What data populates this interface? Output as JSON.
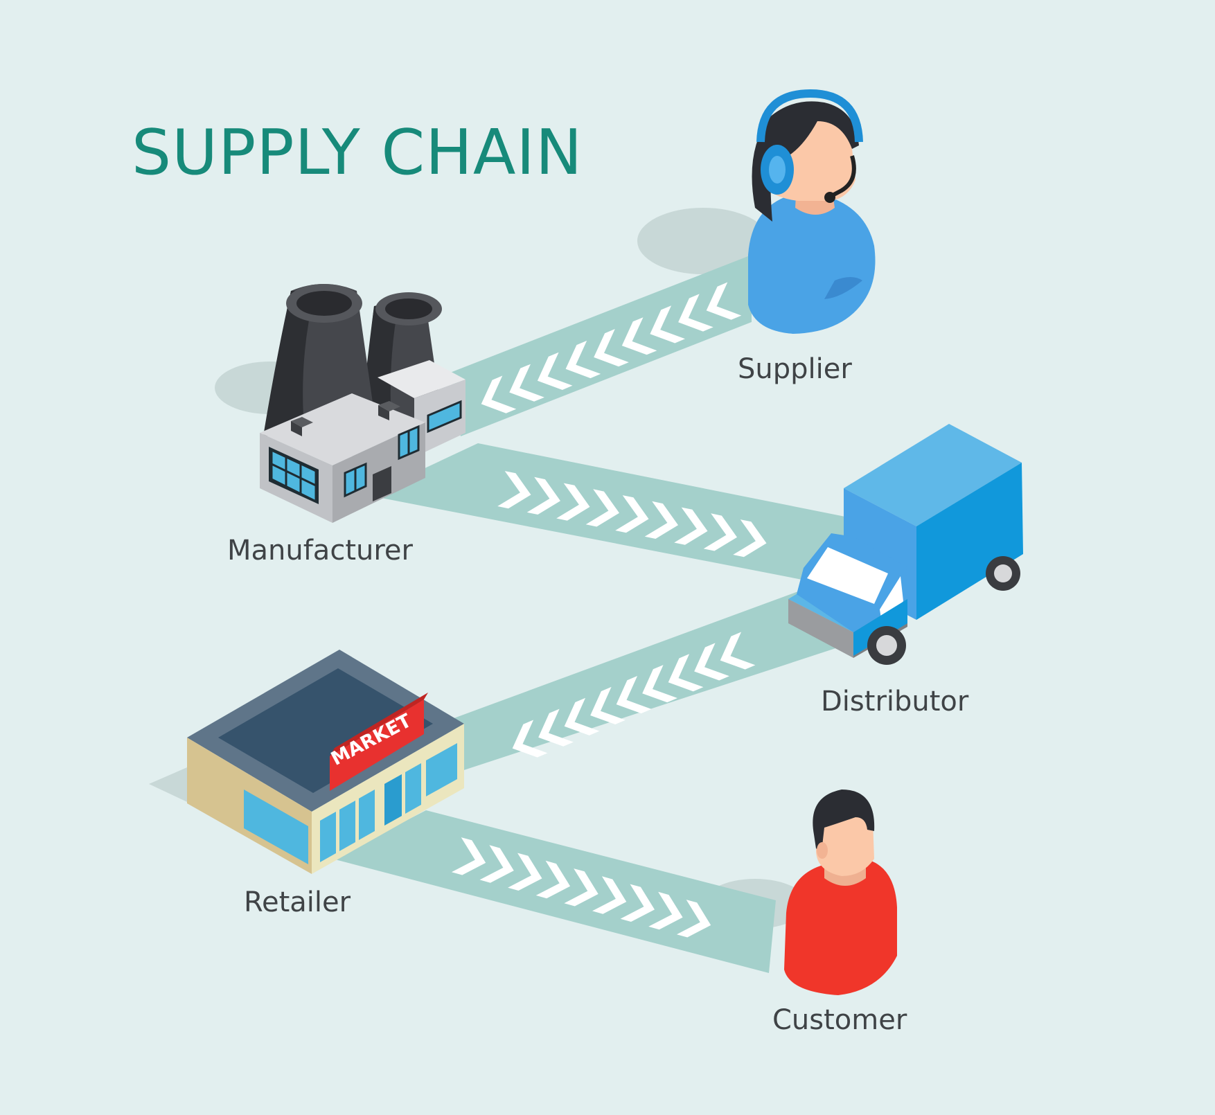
{
  "title": "SUPPLY CHAIN",
  "nodes": [
    {
      "id": "supplier",
      "label": "Supplier"
    },
    {
      "id": "manufacturer",
      "label": "Manufacturer"
    },
    {
      "id": "distributor",
      "label": "Distributor"
    },
    {
      "id": "retailer",
      "label": "Retailer"
    },
    {
      "id": "customer",
      "label": "Customer"
    }
  ],
  "sign_text": "MARKET",
  "links": [
    {
      "from": "supplier",
      "to": "manufacturer"
    },
    {
      "from": "manufacturer",
      "to": "distributor"
    },
    {
      "from": "distributor",
      "to": "retailer"
    },
    {
      "from": "retailer",
      "to": "customer"
    }
  ],
  "colors": {
    "background": "#e2efef",
    "title": "#178a7a",
    "path": "#a4d0cb",
    "chevron": "#ffffff",
    "supplier_shirt": "#4aa3e6",
    "truck": "#1198db",
    "market_sign": "#e8312f",
    "customer_shirt": "#f0362a"
  },
  "icons": [
    "headset-operator-icon",
    "factory-icon",
    "delivery-truck-icon",
    "market-store-icon",
    "customer-person-icon"
  ]
}
